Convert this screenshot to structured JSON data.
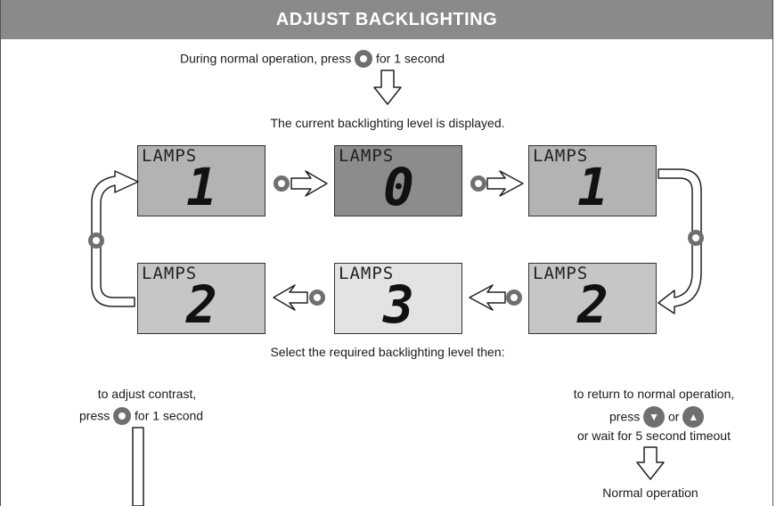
{
  "header": {
    "title": "ADJUST BACKLIGHTING"
  },
  "step1": {
    "before": "During normal operation, press",
    "after": "for 1 second"
  },
  "current_text": "The current backlighting level is displayed.",
  "displays": [
    {
      "label": "LAMPS",
      "value": "1",
      "shade": "#b3b3b3"
    },
    {
      "label": "LAMPS",
      "value": "0",
      "shade": "#8c8c8c"
    },
    {
      "label": "LAMPS",
      "value": "1",
      "shade": "#b3b3b3"
    },
    {
      "label": "LAMPS",
      "value": "2",
      "shade": "#c6c6c6"
    },
    {
      "label": "LAMPS",
      "value": "3",
      "shade": "#e3e3e3"
    },
    {
      "label": "LAMPS",
      "value": "2",
      "shade": "#c6c6c6"
    }
  ],
  "select_text": "Select the required backlighting level then:",
  "left_branch": {
    "line1": "to adjust contrast,",
    "press": "press",
    "after": "for 1 second"
  },
  "right_branch": {
    "line1": "to return to normal operation,",
    "press": "press",
    "or": "or",
    "line3": "or wait for 5 second timeout",
    "result": "Normal operation"
  },
  "icons": {
    "select_button": "select-button-icon",
    "down_button": "down-button-icon",
    "up_button": "up-button-icon"
  }
}
